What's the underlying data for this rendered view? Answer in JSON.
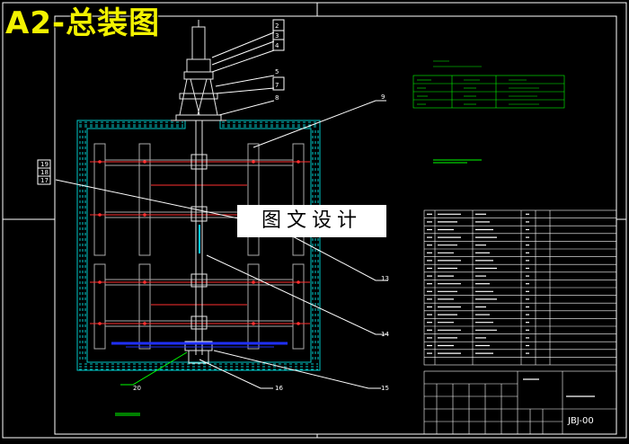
{
  "drawing_title": "A2-总装图",
  "watermark": "图文设计",
  "drawing_number": "JBJ-00",
  "part_labels": [
    "2",
    "3",
    "4",
    "5",
    "7",
    "8",
    "9",
    "13",
    "14",
    "15",
    "16",
    "17",
    "18",
    "19",
    "20"
  ],
  "colors": {
    "background": "#000000",
    "linework": "#ffffff",
    "tank": "#00c8c8",
    "frame": "#aaaaaa",
    "shaft": "#e8e8e8",
    "centerline": "#ff3030",
    "blue_plate": "#2030ff",
    "green_note": "#00ff00",
    "title_yellow": "#f2f200"
  },
  "icons": [
    "impeller-frame",
    "motor-reducer",
    "tank-wall",
    "leader-line"
  ]
}
